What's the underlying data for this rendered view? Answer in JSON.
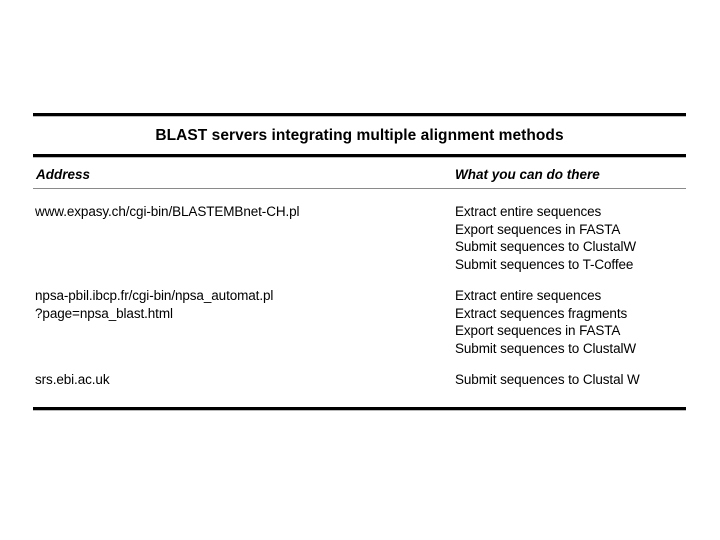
{
  "table": {
    "title": "BLAST servers integrating multiple alignment methods",
    "columns": {
      "address": "Address",
      "action": "What you can do there"
    },
    "rows": [
      {
        "address_lines": [
          "www.expasy.ch/cgi-bin/BLASTEMBnet-CH.pl"
        ],
        "action_lines": [
          "Extract entire sequences",
          "Export sequences in FASTA",
          "Submit sequences to ClustalW",
          "Submit sequences to T-Coffee"
        ]
      },
      {
        "address_lines": [
          "npsa-pbil.ibcp.fr/cgi-bin/npsa_automat.pl",
          "?page=npsa_blast.html"
        ],
        "action_lines": [
          "Extract entire sequences",
          "Extract sequences fragments",
          "Export sequences in FASTA",
          "Submit sequences to ClustalW"
        ]
      },
      {
        "address_lines": [
          "srs.ebi.ac.uk"
        ],
        "action_lines": [
          "Submit sequences to Clustal W"
        ]
      }
    ]
  },
  "style": {
    "background": "#ffffff",
    "text_color": "#000000",
    "rule_color": "#000000",
    "thin_rule_color": "#8a8a8a"
  }
}
